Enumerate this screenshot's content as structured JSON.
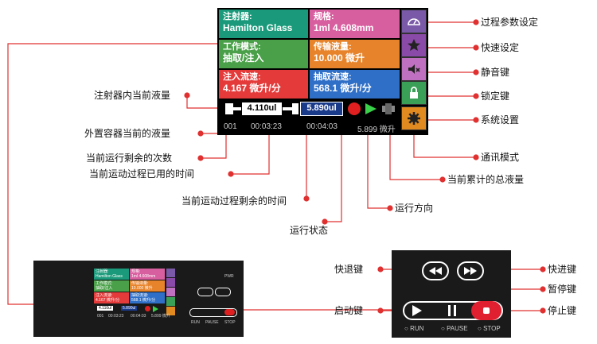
{
  "screen": {
    "tiles": [
      {
        "label": "注射器:",
        "value": "Hamilton Glass",
        "color": "#1a9a7a"
      },
      {
        "label": "规格:",
        "value": "1ml 4.608mm",
        "color": "#d85f9f"
      },
      {
        "label": "工作模式:",
        "value": "抽取/注入",
        "color": "#49a048"
      },
      {
        "label": "传输液量:",
        "value": "10.000  微升",
        "color": "#e7832a"
      },
      {
        "label": "注入流速:",
        "value": "4.167  微升/分",
        "color": "#e43a3a"
      },
      {
        "label": "抽取流速:",
        "value": "568.1  微升/分",
        "color": "#2f6fc7"
      }
    ],
    "side_icons": [
      "gauge-icon",
      "star-icon",
      "speaker-mute-icon",
      "lock-icon",
      "gear-icon"
    ],
    "syringe_left_value": "4.110ul",
    "syringe_right_value": "5.890ul",
    "status_count": "001",
    "time_used": "00:03:23",
    "time_remaining": "00:04:03",
    "total_volume": "5.899 微升"
  },
  "annotations": {
    "process_params": "过程参数设定",
    "quick_settings": "快速设定",
    "mute_key": "静音键",
    "lock_key": "锁定键",
    "system_settings": "系统设置",
    "comm_mode": "通讯模式",
    "cumulative_total": "当前累计的总液量",
    "run_direction": "运行方向",
    "run_status": "运行状态",
    "time_remaining": "当前运动过程剩余的时间",
    "time_used": "当前运动过程已用的时间",
    "remaining_count": "当前运行剩余的次数",
    "external_volume": "外置容器当前的液量",
    "syringe_volume": "注射器内当前液量",
    "fast_back": "快退键",
    "fast_forward": "快进键",
    "pause_key": "暂停键",
    "start_key": "启动键",
    "stop_key": "停止键"
  },
  "controls": {
    "run": "RUN",
    "pause": "PAUSE",
    "stop": "STOP"
  },
  "mini": {
    "tiles": [
      {
        "label": "注射器:",
        "value": "Hamilton Glass",
        "color": "#1a9a7a"
      },
      {
        "label": "规格:",
        "value": "1ml 4.608mm",
        "color": "#d85f9f"
      },
      {
        "label": "工作模式:",
        "value": "抽取/注入",
        "color": "#49a048"
      },
      {
        "label": "传输液量:",
        "value": "10.000  微升",
        "color": "#e7832a"
      },
      {
        "label": "注入流速:",
        "value": "4.167  微升/分",
        "color": "#e43a3a"
      },
      {
        "label": "抽取流速:",
        "value": "568.1  微升/分",
        "color": "#2f6fc7"
      }
    ],
    "pwr": "PWR",
    "left_value": "4.110ul",
    "right_value": "5.890ul",
    "status_count": "001",
    "time_used": "00:03:23",
    "time_remaining": "00:04:03",
    "total_volume": "5.899 微升"
  }
}
